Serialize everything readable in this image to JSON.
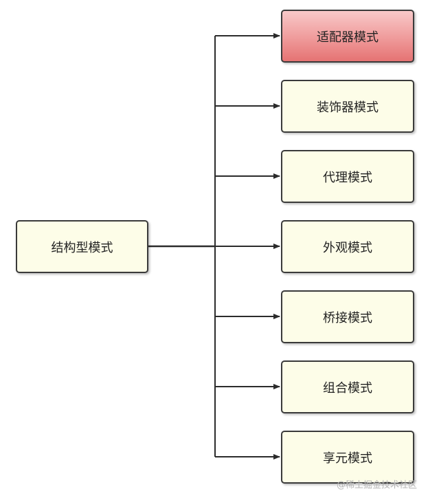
{
  "root": {
    "label": "结构型模式"
  },
  "children": [
    {
      "label": "适配器模式",
      "highlighted": true
    },
    {
      "label": "装饰器模式",
      "highlighted": false
    },
    {
      "label": "代理模式",
      "highlighted": false
    },
    {
      "label": "外观模式",
      "highlighted": false
    },
    {
      "label": "桥接模式",
      "highlighted": false
    },
    {
      "label": "组合模式",
      "highlighted": false
    },
    {
      "label": "享元模式",
      "highlighted": false
    }
  ],
  "colors": {
    "node_fill": "#fdfde8",
    "highlight_fill": "#ef9a9a",
    "stroke": "#3a3a3a"
  },
  "watermark": "@稀土掘金技术社区"
}
